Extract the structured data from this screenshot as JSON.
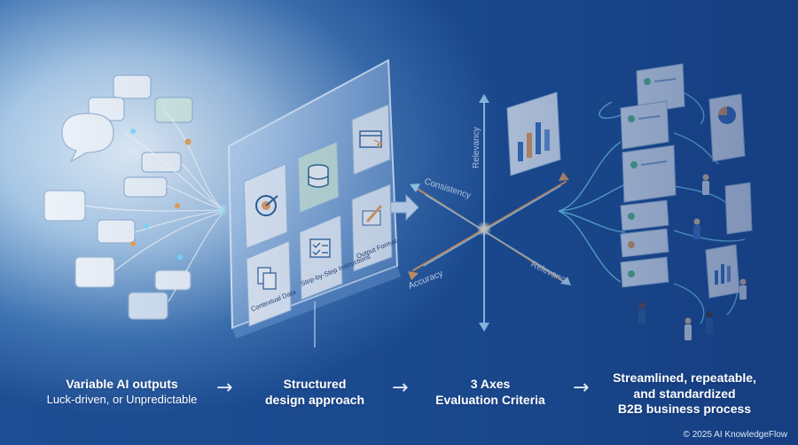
{
  "panel_labels": {
    "step": "Step-by-Step Instructions",
    "contextual": "Contextual Data",
    "output": "Output Format"
  },
  "axes": {
    "relevancy": "Relevancy",
    "consistency": "Consistency",
    "accuracy": "Accuracy",
    "relevance": "Relevance"
  },
  "captions": {
    "c1_title": "Variable AI outputs",
    "c1_sub": "Luck-driven, or Unpredictable",
    "c2_line1": "Structured",
    "c2_line2": "design approach",
    "c3_line1": "3 Axes",
    "c3_line2": "Evaluation Criteria",
    "c4_line1": "Streamlined, repeatable,",
    "c4_line2": "and standardized",
    "c4_line3": "B2B business process"
  },
  "arrows": [
    "→",
    "→",
    "→"
  ],
  "copyright": "© 2025 AI KnowledgeFlow",
  "colors": {
    "accent": "#5fd3ff",
    "orange": "#f0a35a",
    "green": "#7fd1a8",
    "panel": "#d9e9f7"
  }
}
